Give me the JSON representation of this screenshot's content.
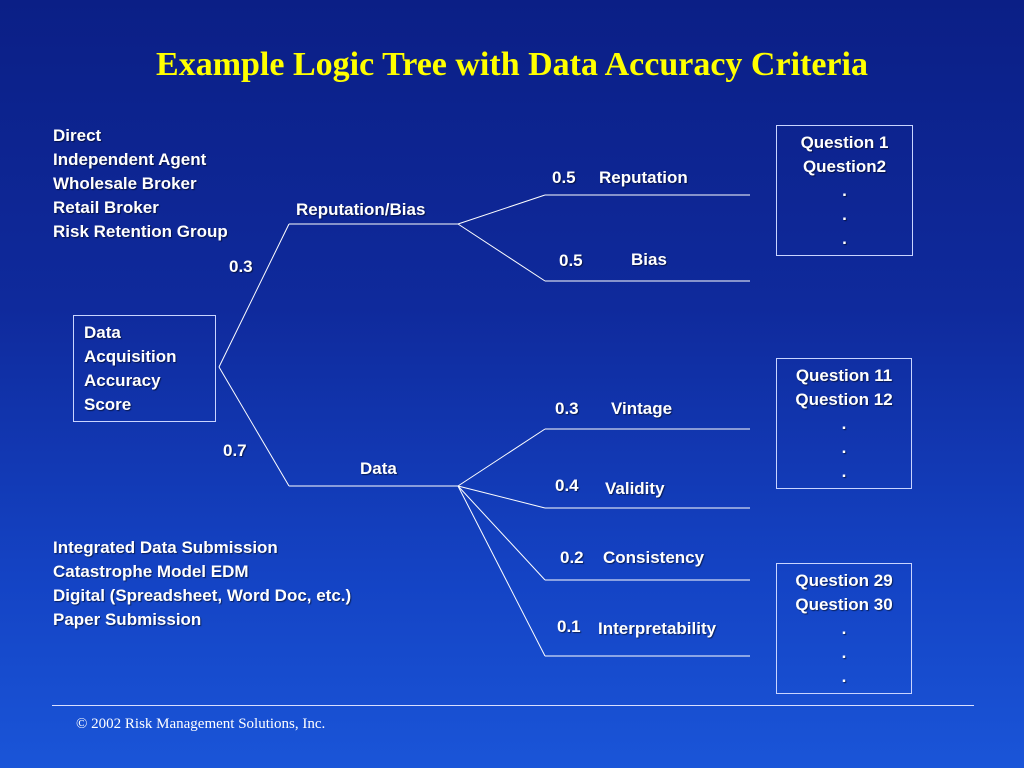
{
  "title": "Example Logic Tree with Data Accuracy Criteria",
  "root_box": [
    "Data",
    "Acquisition",
    "Accuracy",
    "Score"
  ],
  "source_list_top": [
    "Direct",
    "Independent Agent",
    "Wholesale Broker",
    "Retail Broker",
    "Risk Retention Group"
  ],
  "source_list_bottom": [
    "Integrated Data Submission",
    "Catastrophe Model EDM",
    "Digital (Spreadsheet, Word Doc, etc.)",
    "Paper Submission"
  ],
  "branches": {
    "upper": {
      "weight": "0.3",
      "label": "Reputation/Bias"
    },
    "lower": {
      "weight": "0.7",
      "label": "Data"
    }
  },
  "leaves": [
    {
      "weight": "0.5",
      "label": "Reputation"
    },
    {
      "weight": "0.5",
      "label": "Bias"
    },
    {
      "weight": "0.3",
      "label": "Vintage"
    },
    {
      "weight": "0.4",
      "label": "Validity"
    },
    {
      "weight": "0.2",
      "label": "Consistency"
    },
    {
      "weight": "0.1",
      "label": "Interpretability"
    }
  ],
  "question_boxes": [
    [
      "Question 1",
      "Question2",
      ".",
      ".",
      "."
    ],
    [
      "Question 11",
      "Question 12",
      ".",
      ".",
      "."
    ],
    [
      "Question 29",
      "Question 30",
      ".",
      ".",
      "."
    ]
  ],
  "footer": "© 2002 Risk Management Solutions, Inc."
}
